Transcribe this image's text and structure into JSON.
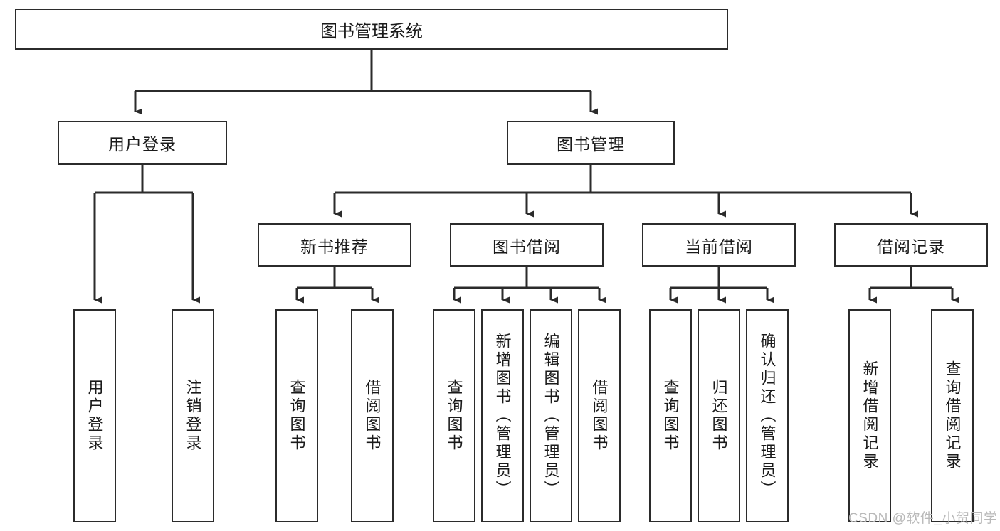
{
  "diagram": {
    "title": "图书管理系统",
    "type": "tree-hierarchy-chart",
    "colors": {
      "box_border": "#2b2b2b",
      "box_fill": "#ffffff",
      "connector": "#2b2b2b",
      "text": "#1a1a1a",
      "watermark": "#b9b9b9",
      "background": "#ffffff"
    },
    "root": {
      "label": "图书管理系统"
    },
    "level2": [
      {
        "label": "用户登录"
      },
      {
        "label": "图书管理"
      }
    ],
    "level3": [
      {
        "label": "新书推荐"
      },
      {
        "label": "图书借阅"
      },
      {
        "label": "当前借阅"
      },
      {
        "label": "借阅记录"
      }
    ],
    "leaves": {
      "user_login": [
        {
          "label": "用户登录"
        },
        {
          "label": "注销登录"
        }
      ],
      "new_book_recommend": [
        {
          "label": "查询图书"
        },
        {
          "label": "借阅图书"
        }
      ],
      "book_borrow": [
        {
          "label": "查询图书"
        },
        {
          "label": "新增图书（管理员）"
        },
        {
          "label": "编辑图书（管理员）"
        },
        {
          "label": "借阅图书"
        }
      ],
      "current_borrow": [
        {
          "label": "查询图书"
        },
        {
          "label": "归还图书"
        },
        {
          "label": "确认归还（管理员）"
        }
      ],
      "borrow_record": [
        {
          "label": "新增借阅记录"
        },
        {
          "label": "查询借阅记录"
        }
      ]
    }
  },
  "watermark": {
    "text": "CSDN @软件_小贺同学"
  }
}
